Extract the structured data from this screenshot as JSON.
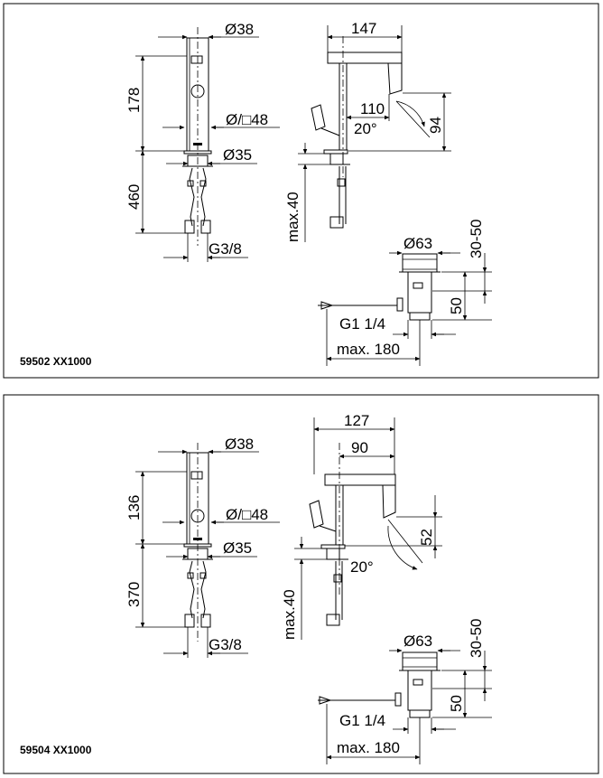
{
  "panels": [
    {
      "code": "59502 XX1000",
      "dims": {
        "d38": "Ø38",
        "h_top": "178",
        "d48": "Ø/□48",
        "d35": "Ø35",
        "h_bottom": "460",
        "g38": "G3/8",
        "reach": "147",
        "spout": "110",
        "angle": "20°",
        "spout_h": "94",
        "max40": "max.40",
        "d63": "Ø63",
        "r3050": "30-50",
        "h50": "50",
        "g14": "G1 1/4",
        "max180": "max. 180"
      }
    },
    {
      "code": "59504 XX1000",
      "dims": {
        "d38": "Ø38",
        "h_top": "136",
        "d48": "Ø/□48",
        "d35": "Ø35",
        "h_bottom": "370",
        "g38": "G3/8",
        "reach": "127",
        "spout": "90",
        "angle": "20°",
        "spout_h": "52",
        "max40": "max.40",
        "d63": "Ø63",
        "r3050": "30-50",
        "h50": "50",
        "g14": "G1 1/4",
        "max180": "max. 180"
      }
    }
  ]
}
